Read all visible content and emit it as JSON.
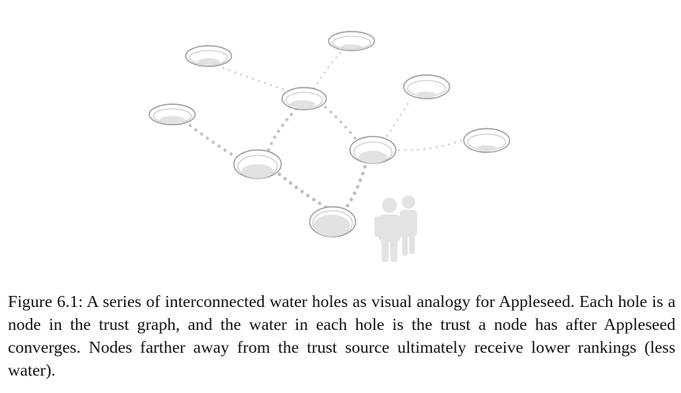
{
  "figure": {
    "caption": "Figure 6.1: A series of interconnected water holes as visual analogy for Appleseed. Each hole is a node in the trust graph, and the water in each hole is the trust a node has after Appleseed converges. Nodes farther away from the trust source ultimately receive lower rankings (less water).",
    "colors": {
      "rim": "#9a9a9a",
      "water": "#e2e2e2",
      "dots": "#bdbdbd",
      "person": "#e3e3e3"
    },
    "illustration": {
      "holes": [
        {
          "id": "source",
          "water_level": 1.0
        },
        {
          "id": "left-mid",
          "water_level": 0.8
        },
        {
          "id": "right-mid",
          "water_level": 0.7
        },
        {
          "id": "center",
          "water_level": 0.55
        },
        {
          "id": "far-left",
          "water_level": 0.45
        },
        {
          "id": "top-left",
          "water_level": 0.4
        },
        {
          "id": "top",
          "water_level": 0.3
        },
        {
          "id": "upper-right",
          "water_level": 0.35
        },
        {
          "id": "far-right",
          "water_level": 0.35
        }
      ],
      "trust_source_icon": "person-icon"
    }
  }
}
